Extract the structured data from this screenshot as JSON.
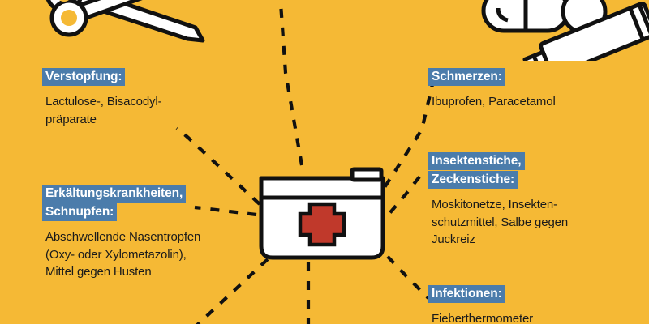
{
  "theme": {
    "background_color": "#F5B935",
    "header_highlight_color": "#4B7CAB",
    "header_text_color": "#FFFFFF",
    "body_text_color": "#1A1A1A",
    "cross_color": "#C0392B",
    "line_color": "#111111",
    "kit_color": "#FFFFFF"
  },
  "center": {
    "icon": "first-aid-kit-icon",
    "cross_symbol": "+"
  },
  "decor_icons": [
    {
      "name": "scissors-icon",
      "label": "Schere"
    },
    {
      "name": "pills-capsules-icon",
      "label": "Kapseln"
    },
    {
      "name": "ointment-tube-icon",
      "label": "Salbentube"
    }
  ],
  "entries": [
    {
      "id": "verstopfung",
      "heading_lines": [
        "Verstopfung:"
      ],
      "body_lines": [
        "Lactulose-, Bisacodyl-",
        "präparate"
      ]
    },
    {
      "id": "erkaeltung",
      "heading_lines": [
        "Erkältungskrankheiten,",
        "Schnupfen:"
      ],
      "body_lines": [
        "Abschwellende Nasentropfen",
        "(Oxy- oder Xylometazolin),",
        "Mittel gegen Husten"
      ]
    },
    {
      "id": "schmerzen",
      "heading_lines": [
        "Schmerzen:"
      ],
      "body_lines": [
        "Ibuprofen, Paracetamol"
      ]
    },
    {
      "id": "insekten",
      "heading_lines": [
        "Insektenstiche,",
        "Zeckenstiche:"
      ],
      "body_lines": [
        "Moskitonetze, Insekten-",
        "schutzmittel, Salbe gegen",
        "Juckreiz"
      ]
    },
    {
      "id": "infektionen",
      "heading_lines": [
        "Infektionen:"
      ],
      "body_lines": [
        "Fieberthermometer"
      ]
    }
  ]
}
